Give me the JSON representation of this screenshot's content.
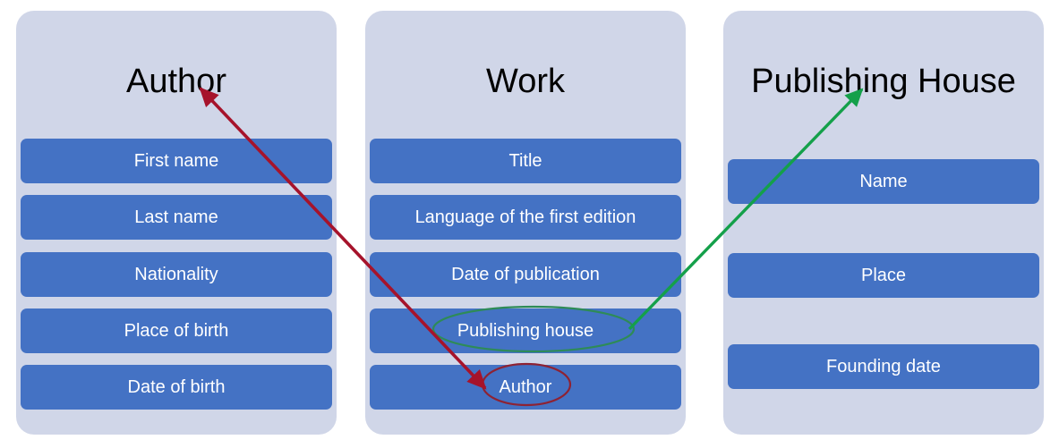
{
  "diagram": {
    "title": "Entity relationship diagram: Author, Work, Publishing House",
    "colors": {
      "card_background": "#d0d6e8",
      "field_background": "#4472c4",
      "field_text": "#ffffff",
      "title_text": "#000000",
      "page_background": "#ffffff",
      "arrow_red": "#a6132b",
      "arrow_green": "#14a04a",
      "ellipse_red": "#8e2233",
      "ellipse_green": "#2e8b57"
    },
    "entities": [
      {
        "id": "author",
        "title": "Author",
        "fields": [
          {
            "label": "First name"
          },
          {
            "label": "Last name"
          },
          {
            "label": "Nationality"
          },
          {
            "label": "Place of birth"
          },
          {
            "label": "Date of birth"
          }
        ]
      },
      {
        "id": "work",
        "title": "Work",
        "fields": [
          {
            "label": "Title"
          },
          {
            "label": "Language of the first edition"
          },
          {
            "label": "Date of publication"
          },
          {
            "label": "Publishing house"
          },
          {
            "label": "Author"
          }
        ]
      },
      {
        "id": "publishing-house",
        "title": "Publishing House",
        "fields": [
          {
            "label": "Name"
          },
          {
            "label": "Place"
          },
          {
            "label": "Founding date"
          }
        ]
      }
    ],
    "relations": [
      {
        "id": "work-author-to-author-entity",
        "from_label": "Author",
        "to_label": "Author",
        "color": "#a6132b",
        "style": "double-headed-arrow"
      },
      {
        "id": "work-publisher-to-publishing-house-entity",
        "from_label": "Publishing house",
        "to_label": "Publishing House",
        "color": "#14a04a",
        "style": "arrow"
      }
    ],
    "highlights": [
      {
        "id": "highlight-author-field",
        "label": "Author",
        "color": "#8e2233"
      },
      {
        "id": "highlight-publishing-house-field",
        "label": "Publishing house",
        "color": "#2e8b57"
      }
    ]
  }
}
